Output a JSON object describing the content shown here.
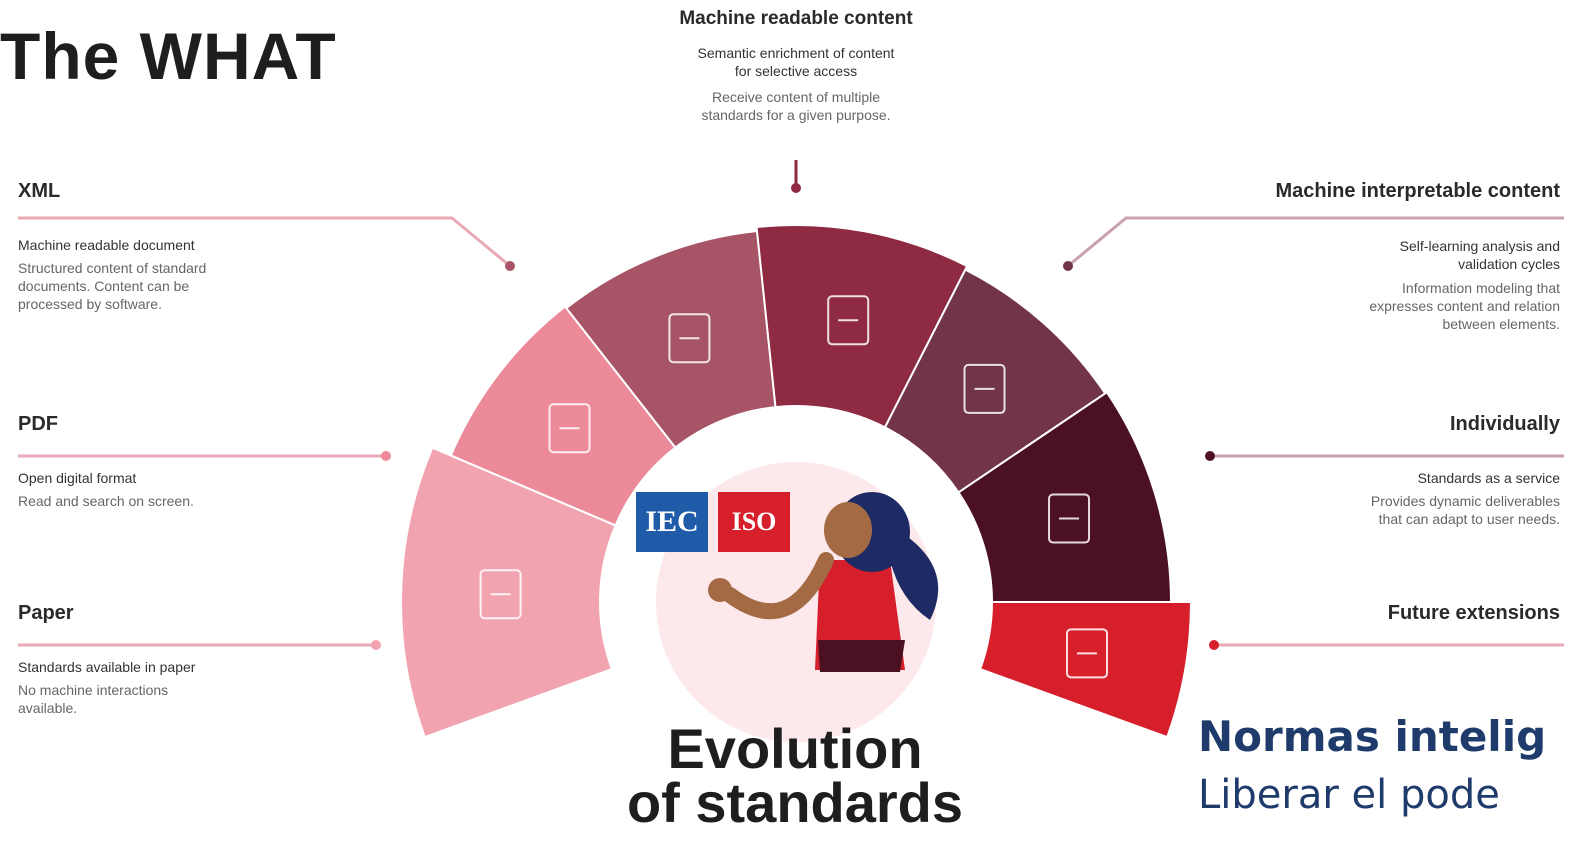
{
  "page": {
    "title": "The WHAT"
  },
  "top_node": {
    "heading": "Machine readable content",
    "subheading": "Semantic enrichment of content\nfor selective access",
    "description": "Receive content of multiple\nstandards for a given purpose."
  },
  "left_nodes": [
    {
      "heading": "XML",
      "subheading": "Machine readable document",
      "description": "Structured content of standard\ndocuments.  Content can be\nprocessed by software."
    },
    {
      "heading": "PDF",
      "subheading": "Open digital format",
      "description": "Read and search on screen."
    },
    {
      "heading": "Paper",
      "subheading": "Standards available in paper",
      "description": "No machine interactions\navailable."
    }
  ],
  "right_nodes": [
    {
      "heading": "Machine interpretable content",
      "subheading": "Self-learning analysis and\nvalidation cycles",
      "description": "Information modeling that\nexpresses content and relation\nbetween elements."
    },
    {
      "heading": "Individually",
      "subheading": "Standards as a service",
      "description": "Provides dynamic deliverables\nthat can adapt to user needs."
    },
    {
      "heading": "Future extensions",
      "subheading": "",
      "description": ""
    }
  ],
  "logos": {
    "iec": "IEC",
    "iso": "ISO"
  },
  "segments": [
    {
      "icon": "book-icon",
      "color": "#f2a3b0"
    },
    {
      "icon": "pdf-document-icon",
      "color": "#ec8a99"
    },
    {
      "icon": "xml-file-icon",
      "color": "#a75467"
    },
    {
      "icon": "document-search-icon",
      "color": "#8e2a41"
    },
    {
      "icon": "chip-icon",
      "color": "#713449"
    },
    {
      "icon": "document-cycle-icon",
      "color": "#4b1122"
    },
    {
      "icon": "placeholder-square-icon",
      "color": "#d71f2c"
    }
  ],
  "evolution_title": "Evolution\nof standards",
  "spanish": {
    "title": "Normas intelig",
    "subtitle": "Liberar el pode"
  }
}
